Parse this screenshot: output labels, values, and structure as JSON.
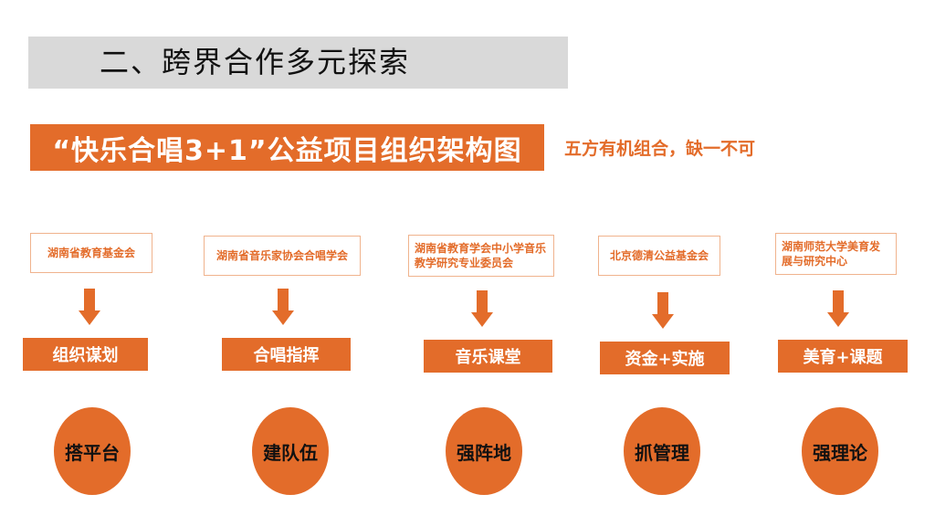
{
  "section": {
    "title": "二、跨界合作多元探索"
  },
  "diagram": {
    "title": "“快乐合唱3+1”公益项目组织架构图",
    "subtitle": "五方有机组合，缺一不可",
    "columns": [
      {
        "org": "湖南省教育基金会",
        "role": "组织谋划",
        "goal": "搭平台"
      },
      {
        "org": "湖南省音乐家协会合唱学会",
        "role": "合唱指挥",
        "goal": "建队伍"
      },
      {
        "org": "湖南省教育学会中小学音乐教学研究专业委员会",
        "role": "音乐课堂",
        "goal": "强阵地"
      },
      {
        "org": "北京德清公益基金会",
        "role": "资金+实施",
        "goal": "抓管理"
      },
      {
        "org": "湖南师范大学美育发展与研究中心",
        "role": "美育+课题",
        "goal": "强理论"
      }
    ]
  },
  "colors": {
    "accent": "#e36c2a",
    "header_bg": "#d9d9d9",
    "box_border": "#f0b38d"
  },
  "icons": {
    "connector": "down-arrow-icon"
  }
}
